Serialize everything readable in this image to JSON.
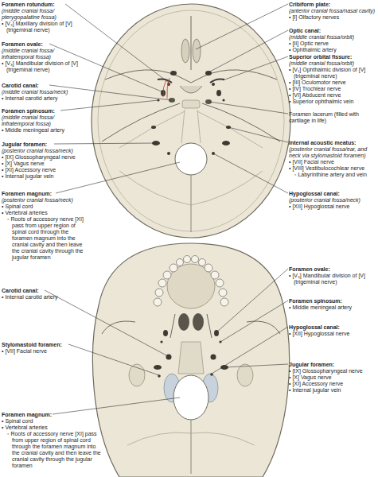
{
  "diagram": {
    "labels": [
      "Foramen rotundum:",
      "(middle cranial fossa/ pterygopalatine fossa)",
      "• [V₂] Maxillary division of [V] (trigeminal nerve)",
      "Foramen ovale:",
      "(middle cranial fossa/ infratemporal fossa)",
      "• [V₃] Mandibular division of [V] (trigeminal nerve)",
      "Carotid canal:",
      "(middle cranial fossa/neck)",
      "• Internal carotid artery",
      "Foramen spinosum:",
      "(middle cranial fossa/ infratemporal fossa)",
      "• Middle meningeal artery",
      "Jugular foramen:",
      "(posterior cranial fossa/neck)",
      "• [IX] Glossopharyngeal nerve",
      "• [X] Vagus nerve",
      "• [XI] Accessory nerve",
      "• Internal jugular vein",
      "Foramen magnum:",
      "(posterior cranial fossa/neck)",
      "• Spinal cord",
      "• Vertebral arteries",
      "◦ Roots of accessory nerve [XI] pass from upper region of spinal cord through the foramen magnum into the cranial cavity and then leave the cranial cavity through the jugular foramen",
      "Cribiform plate:",
      "(anterior cranial fossa/nasal cavity)",
      "• [I] Olfactory nerves",
      "Optic canal:",
      "(middle cranial fossa/orbit)",
      "• [II] Optic nerve",
      "• Ophthalmic artery",
      "Superior orbital fissure:",
      "(middle cranial fossa/orbit)",
      "• [V₁] Ophthalmic division of [V] (trigeminal nerve)",
      "• [III] Oculomotor nerve",
      "• [IV] Trochlear nerve",
      "• [VI] Abducent nerve",
      "• Superior ophthalmic vein",
      "Foramen lacerum (filled with cartilage in life)",
      "Internal acoustic meatus:",
      "(posterior cranial fossa/ear, and neck via stylomastoid foramen)",
      "• [VII] Facial nerve",
      "• [VIII] Vestibulocochlear nerve",
      "◦ Labyrinthine artery and vein",
      "Hypoglossal canal:",
      "(posterior cranial fossa/neck)",
      "• [XII] Hypoglossal nerve",
      "Foramen ovale:",
      "• [V₃] Mandibular division of [V] (trigeminal nerve)",
      "Foramen spinosum:",
      "• Middle meningeal artery",
      "Hypoglossal canal:",
      "• [XII] Hypoglossal nerve",
      "Jugular foramen:",
      "• [IX] Glossopharyngeal nerve",
      "• [X] Vagus nerve",
      "• [XI] Accessory nerve",
      "• Internal jugular vein",
      "Carotid canal:",
      "• Internal carotid artery",
      "Stylomastoid foramen:",
      "• [VII] Facial nerve",
      "Foramen magnum:",
      "• Spinal cord",
      "• Vertebral arteries",
      "◦ Roots of accessory nerve [XI] pass from upper region of spinal cord through the foramen magnum into the cranial cavity and then leave the cranial cavity through the jugular foramen"
    ]
  }
}
